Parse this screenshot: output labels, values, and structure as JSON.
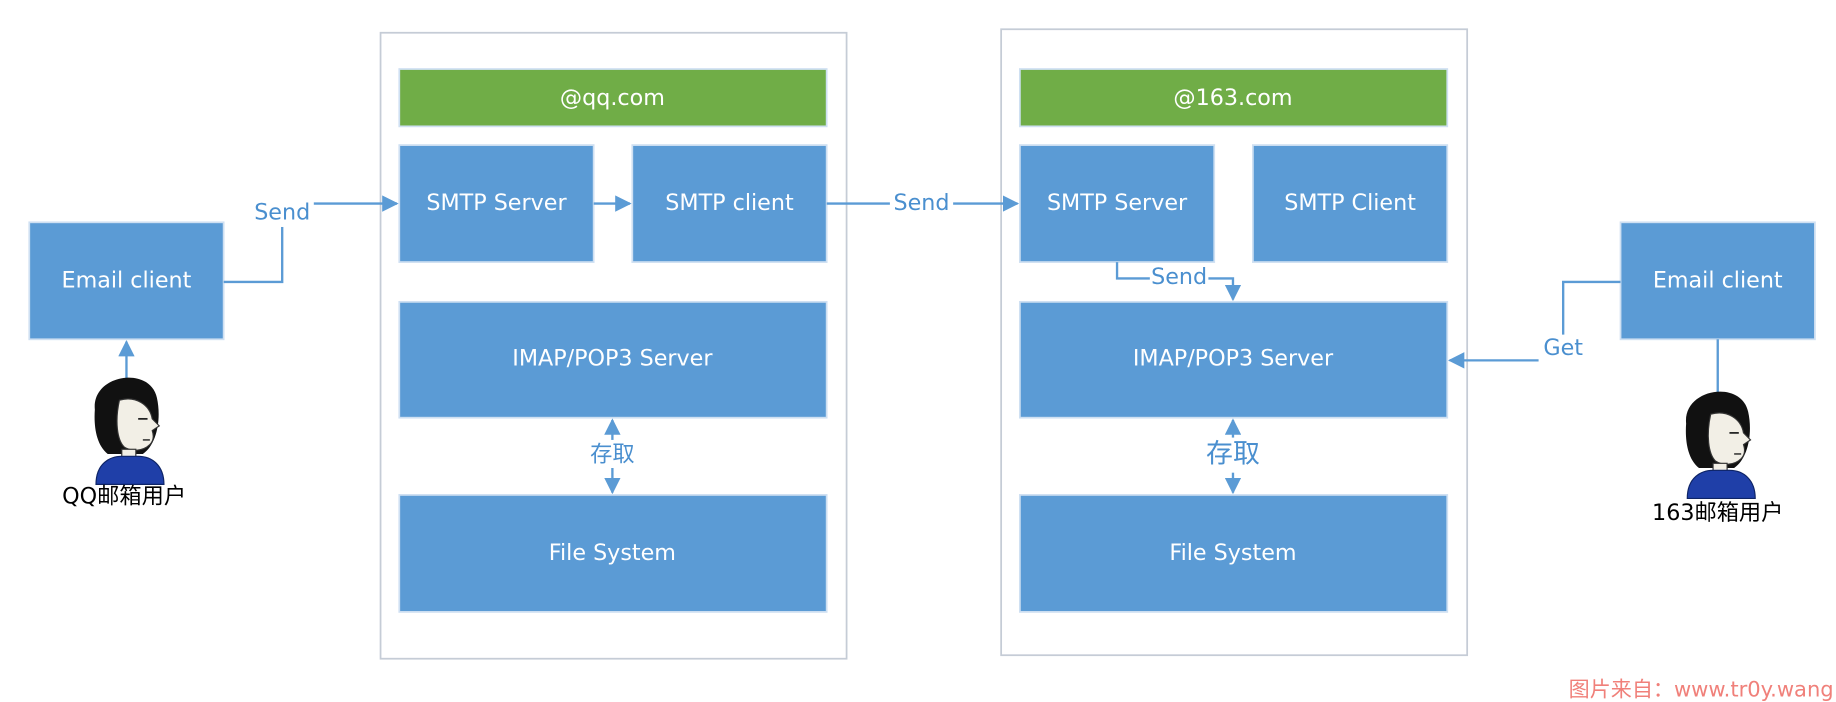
{
  "domains": {
    "qq": {
      "title": "@qq.com",
      "smtp_server": "SMTP Server",
      "smtp_client": "SMTP client",
      "imap_server": "IMAP/POP3  Server",
      "file_system": "File System",
      "access_label": "存取"
    },
    "netease": {
      "title": "@163.com",
      "smtp_server": "SMTP Server",
      "smtp_client": "SMTP Client",
      "imap_server": "IMAP/POP3  Server",
      "file_system": "File System",
      "access_label": "存取"
    }
  },
  "left_user": {
    "client": "Email client",
    "caption": "QQ邮箱用户"
  },
  "right_user": {
    "client": "Email client",
    "caption": "163邮箱用户"
  },
  "edges": {
    "client_to_qq": "Send",
    "qq_to_163": "Send",
    "smtp_to_imap": "Send",
    "client_get": "Get"
  },
  "colors": {
    "box": "#5b9bd5",
    "title_bar": "#70ad47",
    "edge": "#5b9bd5",
    "credit": "#f0807a"
  },
  "credit": "图片来自：www.tr0y.wang"
}
